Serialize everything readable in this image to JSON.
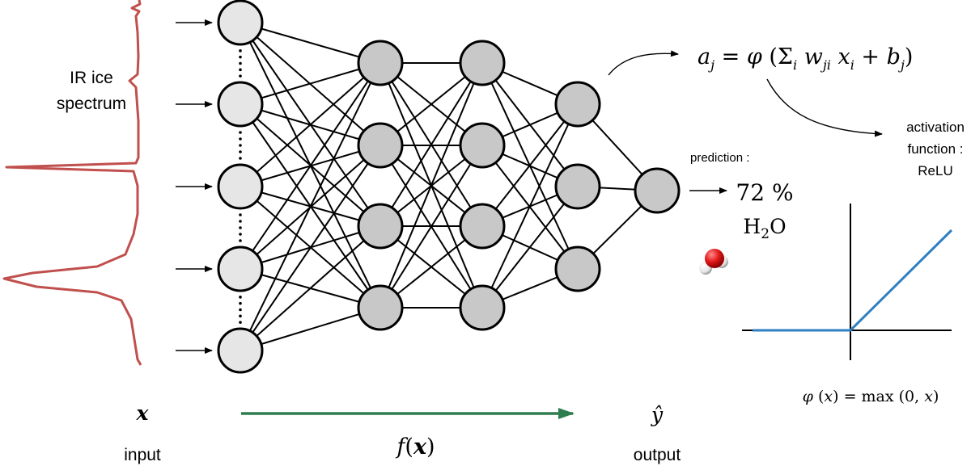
{
  "spectrum_label": [
    "IR ice",
    "spectrum"
  ],
  "input_symbol": "x",
  "input_label": "input",
  "function_label": "f(x)",
  "output_symbol": "ŷ",
  "output_label": "output",
  "neuron_formula": "a_j = φ (Σ_i w_ji x_i + b_j)",
  "activation_label": [
    "activation",
    "function :",
    "ReLU"
  ],
  "prediction_label": "prediction :",
  "prediction_value": "72 %",
  "prediction_molecule": "H2O",
  "relu_formula": "φ (x)  =  max (0, x)",
  "network": {
    "layer_sizes": [
      5,
      4,
      4,
      3,
      1
    ],
    "input_dots_between_nodes": true
  },
  "colors": {
    "spectrum": "#c0504d",
    "input_node": "#e6e6e6",
    "hidden_node": "#c8c8c8",
    "arrow_green": "#2e7d4f",
    "relu_line": "#2f7fc1",
    "oxygen": "#e01818",
    "hydrogen": "#f2f2f2"
  }
}
